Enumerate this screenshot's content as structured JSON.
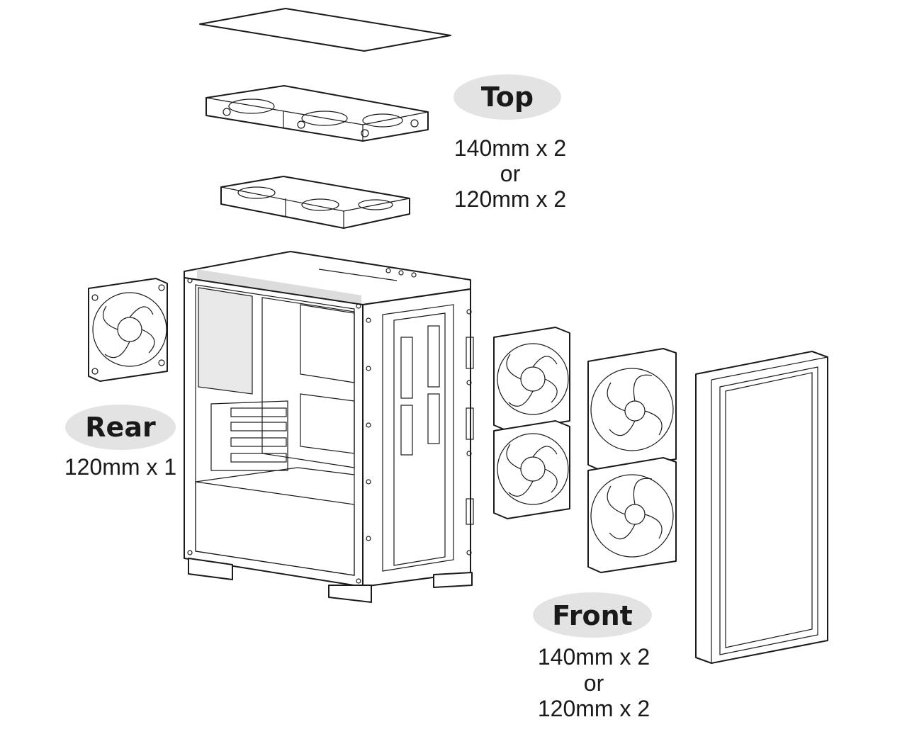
{
  "labels": {
    "top": {
      "title": "Top",
      "line1": "140mm x 2",
      "line2": "or",
      "line3": "120mm x 2"
    },
    "rear": {
      "title": "Rear",
      "line1": "120mm x 1"
    },
    "front": {
      "title": "Front",
      "line1": "140mm x 2",
      "line2": "or",
      "line3": "120mm x 2"
    }
  },
  "colors": {
    "outline": "#1a1a1a",
    "label_pill": "#e3e3e3",
    "background": "#ffffff"
  }
}
